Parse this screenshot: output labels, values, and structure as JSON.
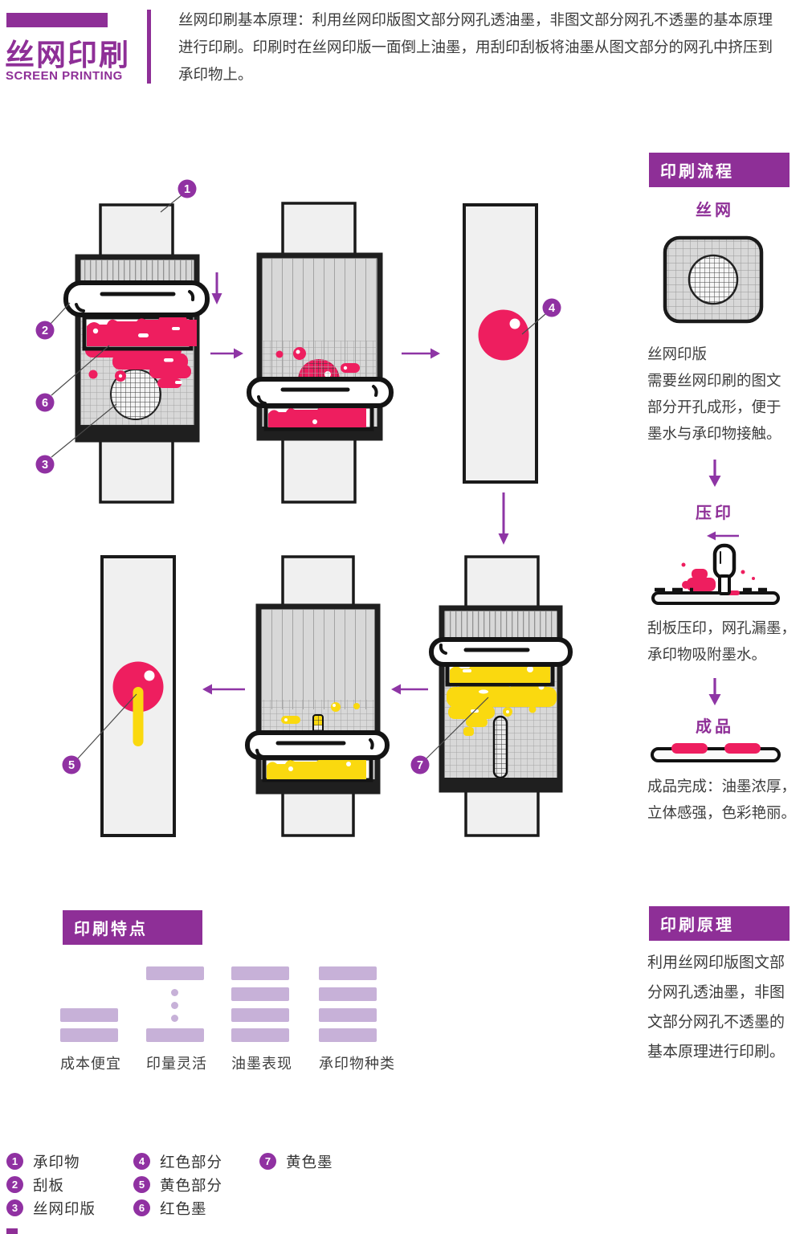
{
  "colors": {
    "purple": "#8e2f97",
    "marker_purple": "#9031a2",
    "arrow_purple": "#8e35a5",
    "ink_red": "#ee1e5f",
    "ink_yellow": "#fad90f",
    "feature_bar": "#c7b1d8"
  },
  "header": {
    "title": "丝网印刷",
    "subtitle": "SCREEN PRINTING",
    "description": "丝网印刷基本原理：利用丝网印版图文部分网孔透油墨，非图文部分网孔不透墨的基本原理进行印刷。印刷时在丝网印版一面倒上油墨，用刮印刮板将油墨从图文部分的网孔中挤压到承印物上。"
  },
  "process": {
    "title": "印刷流程",
    "steps": [
      {
        "label": "丝网",
        "caption_title": "丝网印版",
        "caption": "需要丝网印刷的图文部分开孔成形，便于墨水与承印物接触。"
      },
      {
        "label": "压印",
        "caption": "刮板压印，网孔漏墨，承印物吸附墨水。"
      },
      {
        "label": "成品",
        "caption": "成品完成：油墨浓厚，立体感强，色彩艳丽。"
      }
    ]
  },
  "features": {
    "title": "印刷特点",
    "items": [
      {
        "label": "成本便宜",
        "bars": 2,
        "dots": 0
      },
      {
        "label": "印量灵活",
        "bars": 2,
        "dots": 3
      },
      {
        "label": "油墨表现",
        "bars": 4,
        "dots": 0
      },
      {
        "label": "承印物种类",
        "bars": 4,
        "dots": 0
      }
    ]
  },
  "principle": {
    "title": "印刷原理",
    "text": "利用丝网印版图文部分网孔透油墨，非图文部分网孔不透墨的基本原理进行印刷。"
  },
  "legend": {
    "items": [
      {
        "num": "1",
        "label": "承印物"
      },
      {
        "num": "2",
        "label": "刮板"
      },
      {
        "num": "3",
        "label": "丝网印版"
      },
      {
        "num": "4",
        "label": "红色部分"
      },
      {
        "num": "5",
        "label": "黄色部分"
      },
      {
        "num": "6",
        "label": "红色墨"
      },
      {
        "num": "7",
        "label": "黄色墨"
      }
    ]
  },
  "diagram": {
    "marker_labels": [
      "1",
      "2",
      "3",
      "4",
      "5",
      "6",
      "7"
    ]
  }
}
